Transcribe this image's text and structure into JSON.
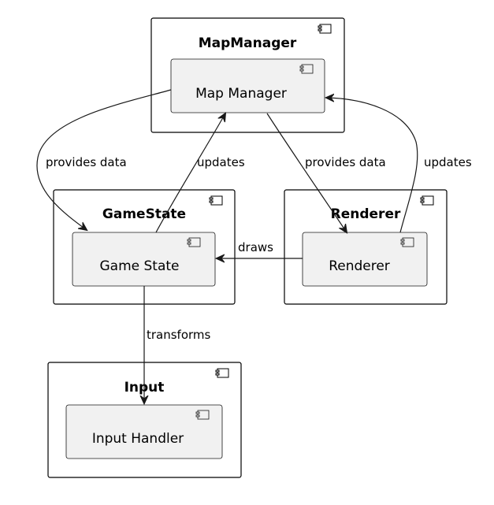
{
  "packages": {
    "mapmanager": {
      "title": "MapManager"
    },
    "gamestate": {
      "title": "GameState"
    },
    "renderer": {
      "title": "Renderer"
    },
    "input": {
      "title": "Input"
    }
  },
  "components": {
    "map_manager": {
      "label": "Map Manager"
    },
    "game_state": {
      "label": "Game State"
    },
    "renderer": {
      "label": "Renderer"
    },
    "input_handler": {
      "label": "Input Handler"
    }
  },
  "edges": {
    "map_to_state": {
      "label": "provides data"
    },
    "state_to_map": {
      "label": "updates"
    },
    "map_to_renderer": {
      "label": "provides data"
    },
    "renderer_to_map": {
      "label": "updates"
    },
    "renderer_to_state": {
      "label": "draws"
    },
    "state_to_input": {
      "label": "transforms"
    }
  },
  "colors": {
    "component_fill": "#f1f1f1",
    "package_fill": "#ffffff",
    "stroke": "#181818"
  },
  "icons": {
    "package_icon": "component-icon",
    "component_icon": "component-icon"
  }
}
